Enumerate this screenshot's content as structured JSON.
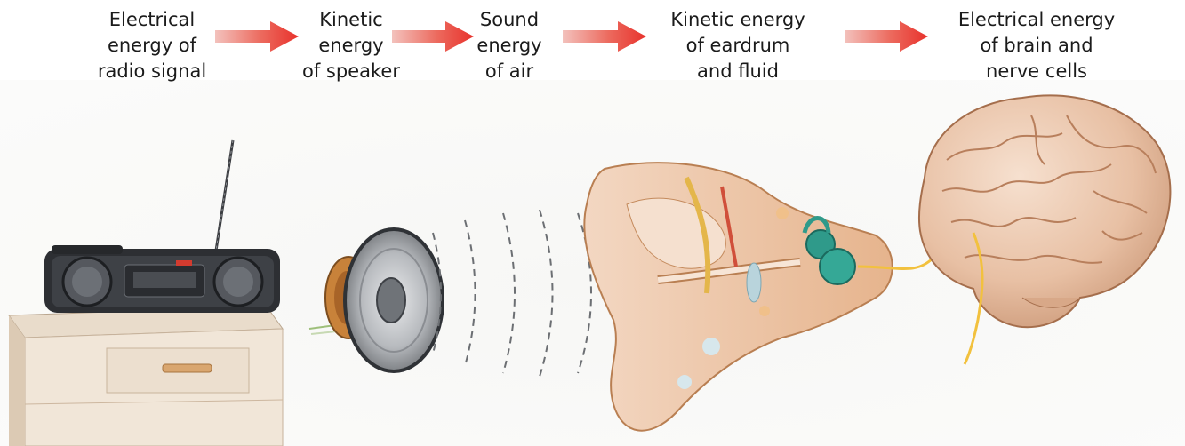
{
  "labels": {
    "radio": [
      "Electrical",
      "energy of",
      "radio signal"
    ],
    "speaker": [
      "Kinetic",
      "energy",
      "of speaker"
    ],
    "air": [
      "Sound",
      "energy",
      "of air"
    ],
    "eardrum": [
      "Kinetic energy",
      "of eardrum",
      "and fluid"
    ],
    "brain": [
      "Electrical energy",
      "of brain and",
      "nerve cells"
    ]
  },
  "colors": {
    "arrow": "#e8322c",
    "text": "#1b1b1b",
    "background": "#f7f7f5"
  },
  "icons": {
    "radio": "radio-cassette-icon",
    "speaker": "speaker-cone-icon",
    "sound": "sound-waves-icon",
    "ear": "ear-cross-section-icon",
    "brain": "brain-icon"
  }
}
